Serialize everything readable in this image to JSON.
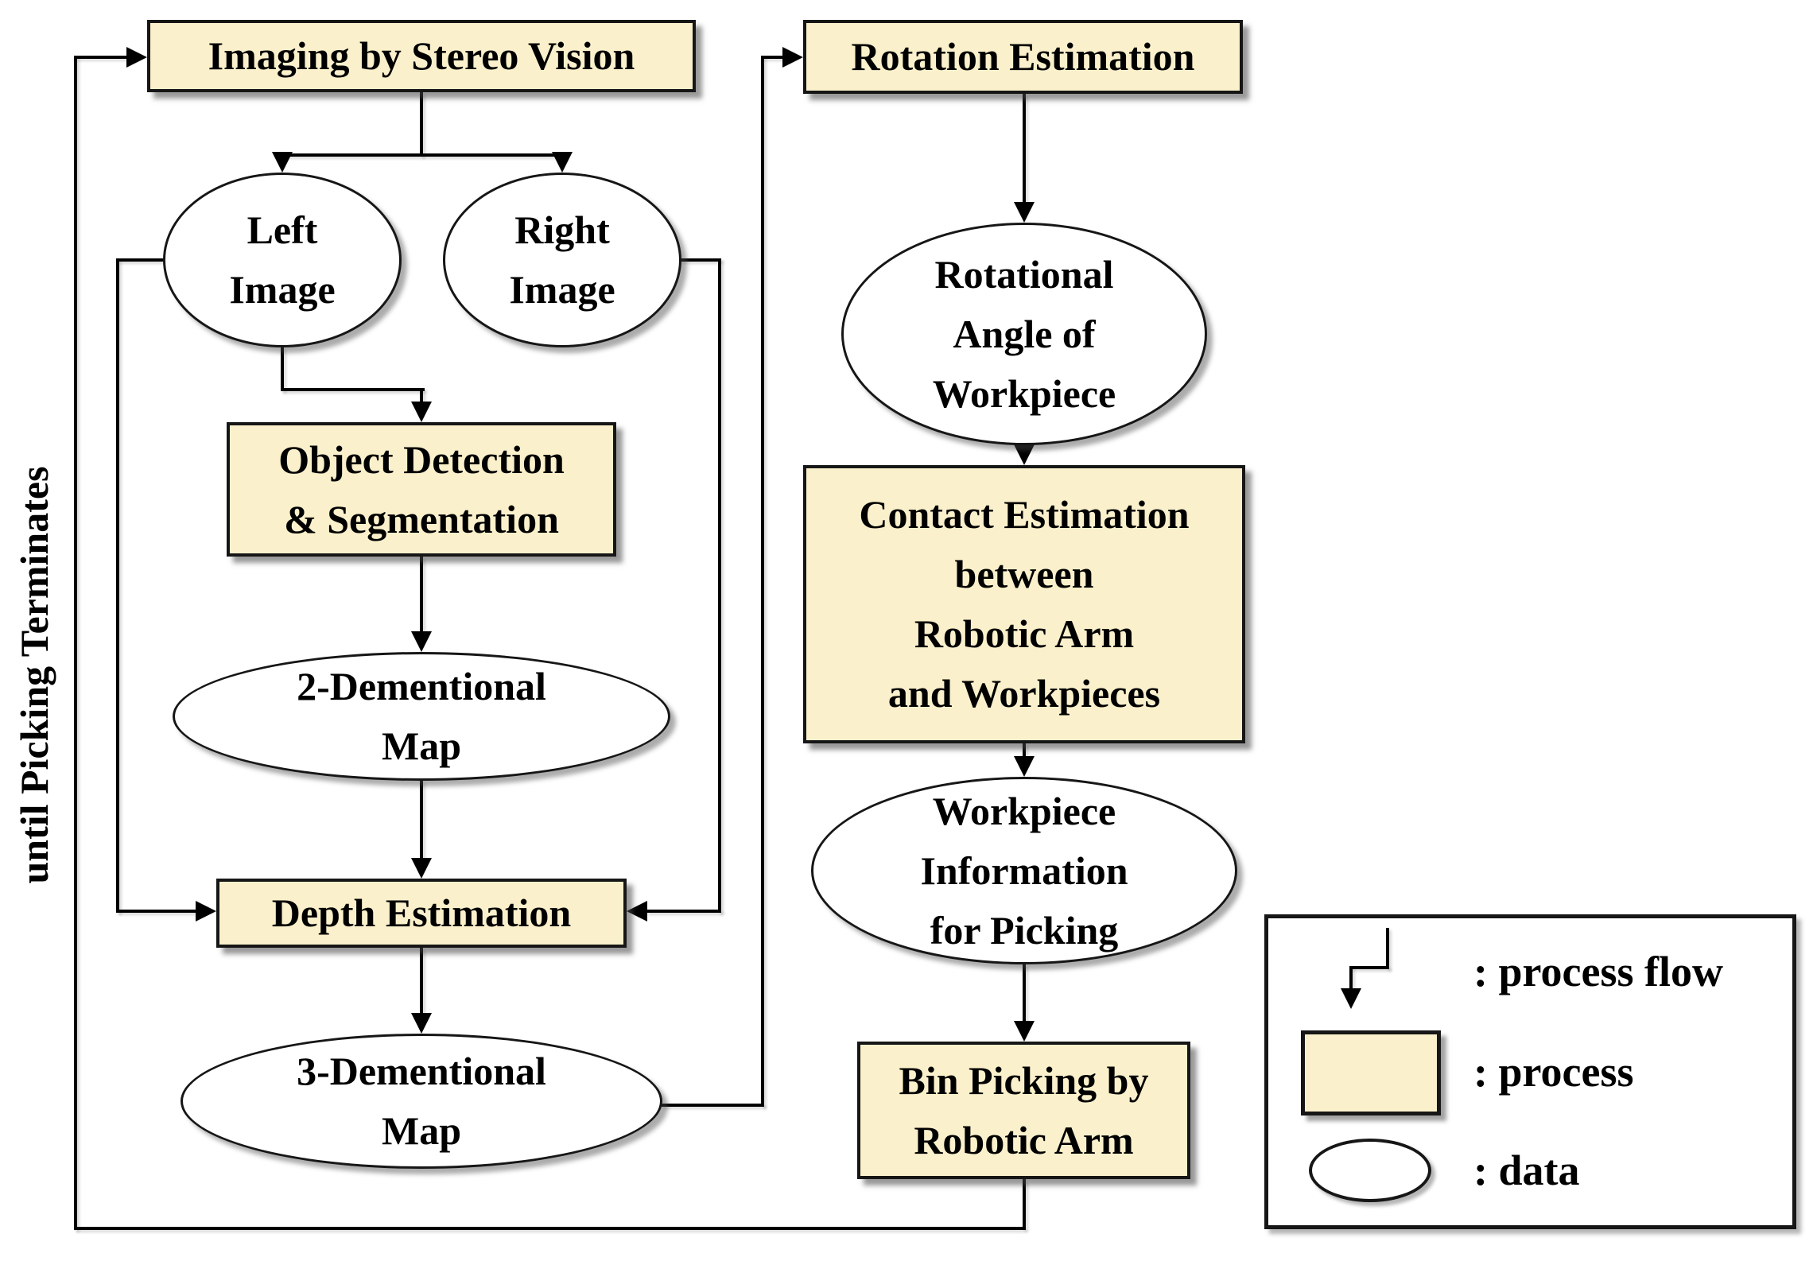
{
  "diagram": {
    "loop_label": "until Picking Terminates",
    "nodes": {
      "imaging": {
        "label": "Imaging by Stereo Vision",
        "type": "process"
      },
      "left_image": {
        "label": "Left\nImage",
        "type": "data"
      },
      "right_image": {
        "label": "Right\nImage",
        "type": "data"
      },
      "object_detection": {
        "label": "Object Detection\n& Segmentation",
        "type": "process"
      },
      "map_2d": {
        "label": "2-Dementional\nMap",
        "type": "data"
      },
      "depth_estimation": {
        "label": "Depth Estimation",
        "type": "process"
      },
      "map_3d": {
        "label": "3-Dementional\nMap",
        "type": "data"
      },
      "rotation_estimation": {
        "label": "Rotation Estimation",
        "type": "process"
      },
      "rotational_angle": {
        "label": "Rotational\nAngle of\nWorkpiece",
        "type": "data"
      },
      "contact_estimation": {
        "label": "Contact Estimation\nbetween\nRobotic Arm\nand Workpieces",
        "type": "process"
      },
      "workpiece_info": {
        "label": "Workpiece\nInformation\nfor Picking",
        "type": "data"
      },
      "bin_picking": {
        "label": "Bin Picking by\nRobotic Arm",
        "type": "process"
      }
    },
    "legend": {
      "items": [
        {
          "symbol": "process-flow-arrow",
          "label": ": process flow"
        },
        {
          "symbol": "process-box",
          "label": ": process"
        },
        {
          "symbol": "data-ellipse",
          "label": ": data"
        }
      ]
    },
    "colors": {
      "process_fill": "#FAF0CB",
      "data_fill": "#FFFFFF",
      "line": "#000000",
      "background": "#FFFFFF"
    }
  }
}
